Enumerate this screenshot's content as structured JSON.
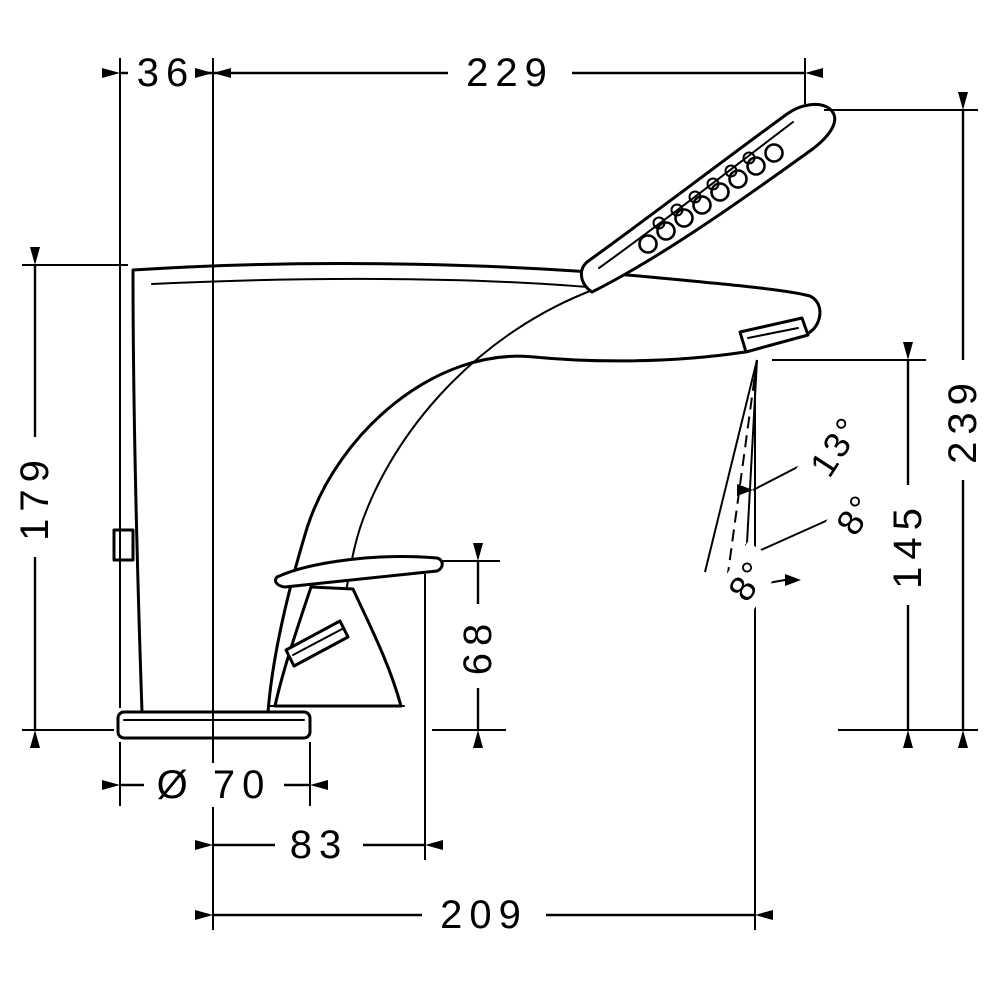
{
  "figure": {
    "colors": {
      "line": "#000000",
      "background": "#ffffff"
    }
  },
  "dimensions": {
    "d36": "36",
    "d229": "229",
    "d179": "179",
    "d239": "239",
    "d145": "145",
    "d68": "68",
    "d70": "Ø 70",
    "d83": "83",
    "d209": "209"
  },
  "angles": {
    "a13": "13°",
    "a8_upper": "8°",
    "a8_lower": "8°"
  }
}
